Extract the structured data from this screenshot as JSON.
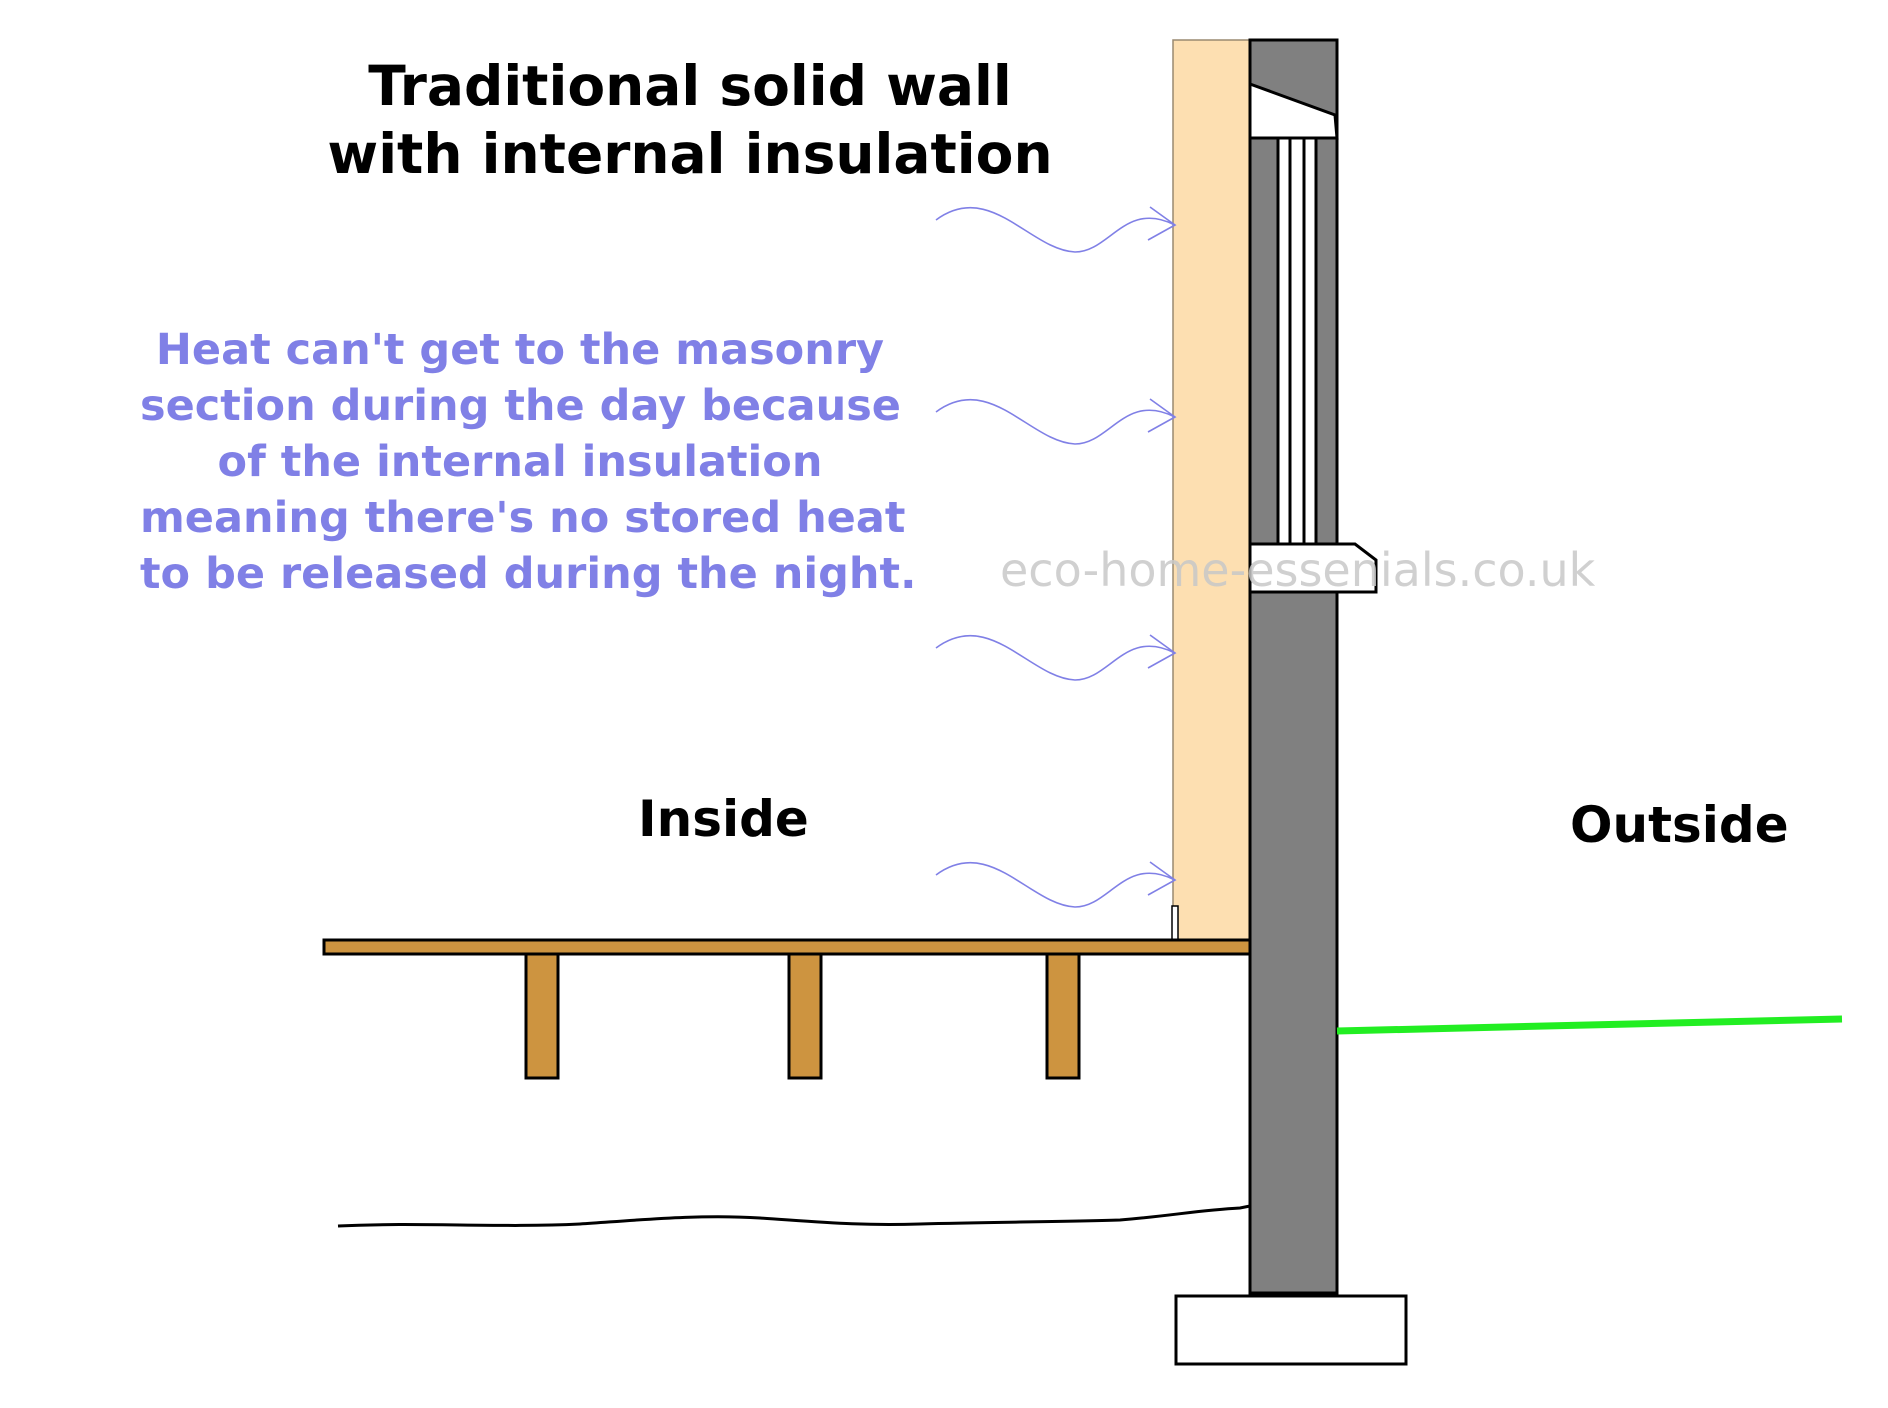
{
  "title": {
    "line1": "Traditional solid wall",
    "line2": "with internal insulation"
  },
  "note": {
    "lines": [
      "Heat can't get to the masonry",
      "section during the day because",
      "of  the internal insulation",
      "meaning there's no stored heat",
      "to be released during the night."
    ]
  },
  "labels": {
    "inside": "Inside",
    "outside": "Outside"
  },
  "watermark": "eco-home-essenials.co.uk",
  "colors": {
    "insulation": "#fddfb1",
    "masonry": "#808080",
    "timber": "#cd9440",
    "heat_arrows": "#8080e6",
    "ground_line": "#22ee22",
    "note_text": "#8080e6",
    "watermark": "#c8c8c8"
  }
}
